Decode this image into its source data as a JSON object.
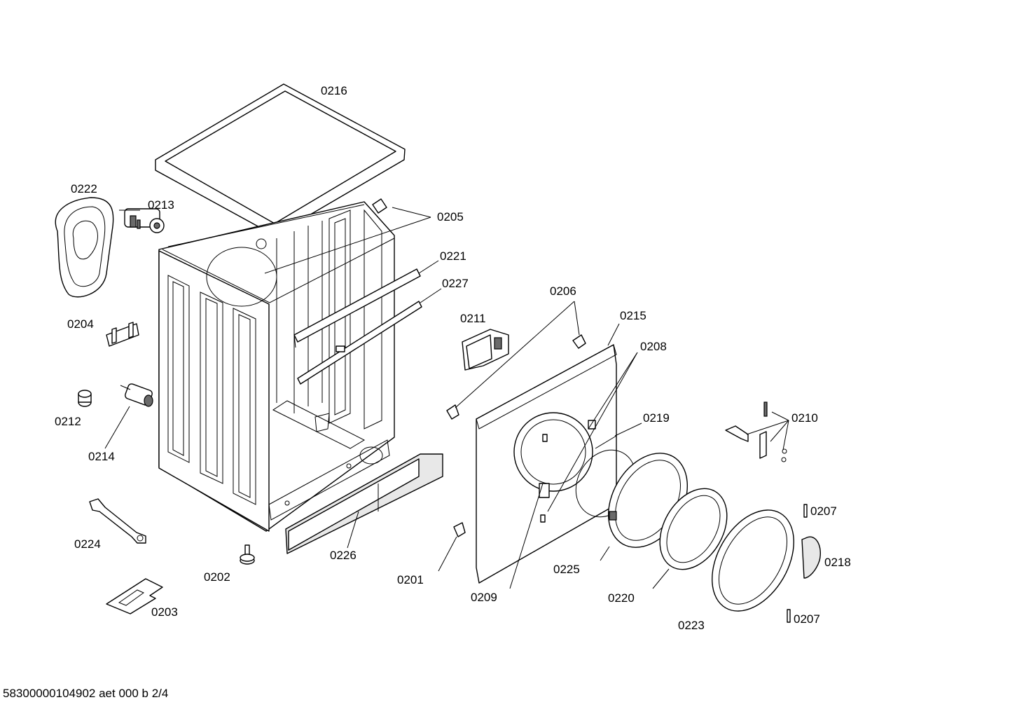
{
  "drawing": {
    "document_id": "58300000104902 aet 000 b 2/4"
  },
  "labels": {
    "p0216": "0216",
    "p0222": "0222",
    "p0213": "0213",
    "p0205": "0205",
    "p0221": "0221",
    "p0227": "0227",
    "p0206": "0206",
    "p0211": "0211",
    "p0215": "0215",
    "p0208": "0208",
    "p0204": "0204",
    "p0212": "0212",
    "p0214": "0214",
    "p0219": "0219",
    "p0210": "0210",
    "p0207a": "0207",
    "p0218": "0218",
    "p0207b": "0207",
    "p0224": "0224",
    "p0226": "0226",
    "p0202": "0202",
    "p0201": "0201",
    "p0225": "0225",
    "p0209": "0209",
    "p0220": "0220",
    "p0223": "0223",
    "p0203": "0203"
  }
}
